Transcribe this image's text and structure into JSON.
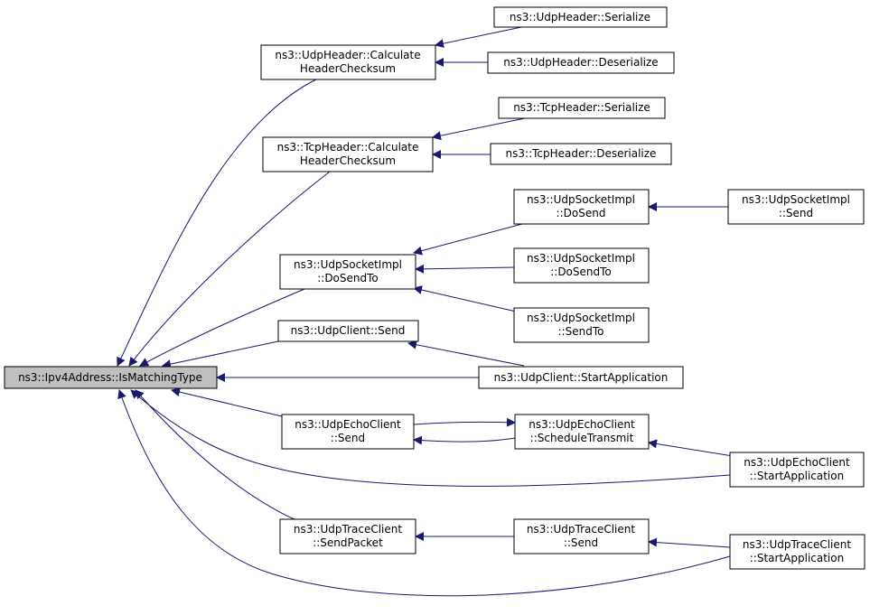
{
  "nodes": {
    "is_matching_type": [
      "ns3::Ipv4Address::IsMatchingType"
    ],
    "udp_calc": [
      "ns3::UdpHeader::Calculate",
      "HeaderChecksum"
    ],
    "udp_serialize": [
      "ns3::UdpHeader::Serialize"
    ],
    "udp_deserialize": [
      "ns3::UdpHeader::Deserialize"
    ],
    "tcp_calc": [
      "ns3::TcpHeader::Calculate",
      "HeaderChecksum"
    ],
    "tcp_serialize": [
      "ns3::TcpHeader::Serialize"
    ],
    "tcp_deserialize": [
      "ns3::TcpHeader::Deserialize"
    ],
    "udpsock_dosendto": [
      "ns3::UdpSocketImpl",
      "::DoSendTo"
    ],
    "udpsock_dosend": [
      "ns3::UdpSocketImpl",
      "::DoSend"
    ],
    "udpsock_send": [
      "ns3::UdpSocketImpl",
      "::Send"
    ],
    "udpsock_dosendto2": [
      "ns3::UdpSocketImpl",
      "::DoSendTo"
    ],
    "udpsock_sendto": [
      "ns3::UdpSocketImpl",
      "::SendTo"
    ],
    "udpclient_send": [
      "ns3::UdpClient::Send"
    ],
    "udpclient_start": [
      "ns3::UdpClient::StartApplication"
    ],
    "echo_send": [
      "ns3::UdpEchoClient",
      "::Send"
    ],
    "echo_schedule": [
      "ns3::UdpEchoClient",
      "::ScheduleTransmit"
    ],
    "echo_start": [
      "ns3::UdpEchoClient",
      "::StartApplication"
    ],
    "trace_sendpacket": [
      "ns3::UdpTraceClient",
      "::SendPacket"
    ],
    "trace_send": [
      "ns3::UdpTraceClient",
      "::Send"
    ],
    "trace_start": [
      "ns3::UdpTraceClient",
      "::StartApplication"
    ]
  },
  "colors": {
    "edge": "#191970",
    "root_fill": "#bfbfbf",
    "node_fill": "#ffffff",
    "border": "#000000"
  }
}
